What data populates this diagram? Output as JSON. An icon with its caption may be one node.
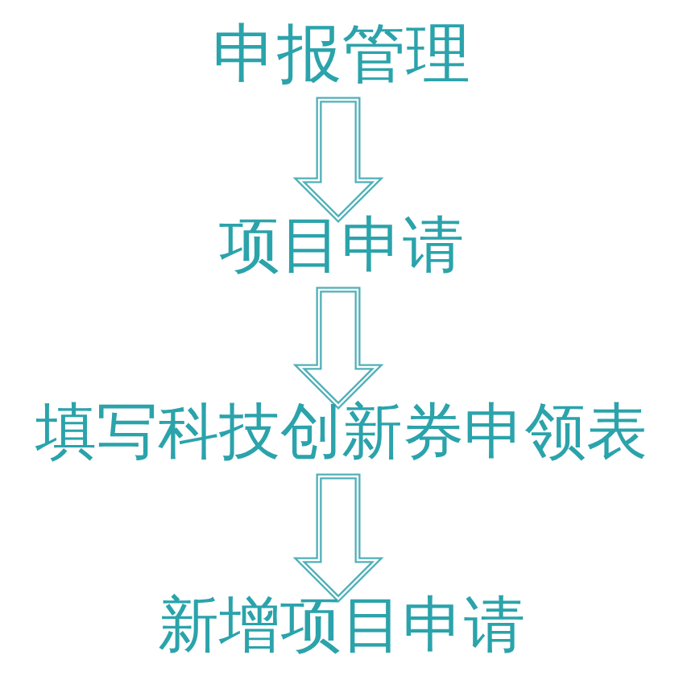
{
  "diagram": {
    "nodes": [
      {
        "text": [
          "申报管理"
        ]
      },
      {
        "text": [
          "项目申请"
        ]
      },
      {
        "text": [
          "填写科技创新券申领表"
        ]
      },
      {
        "text": [
          "新增项目申请"
        ]
      }
    ],
    "edges": [
      {
        "from": 0,
        "to": 1,
        "arrow": "to"
      },
      {
        "from": 1,
        "to": 2,
        "arrow": "to"
      },
      {
        "from": 2,
        "to": 3,
        "arrow": "to"
      }
    ]
  }
}
